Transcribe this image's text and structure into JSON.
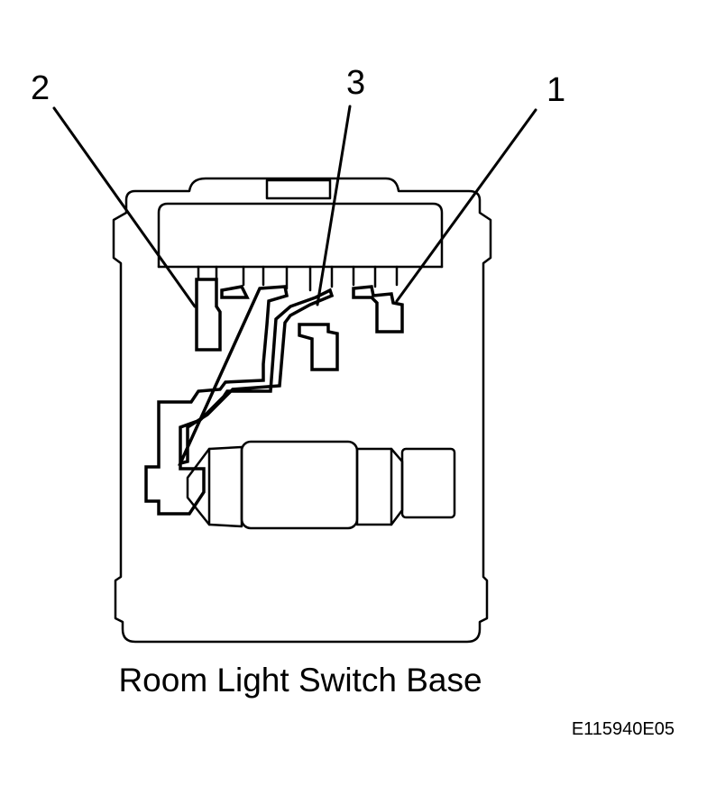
{
  "diagram": {
    "callouts": [
      {
        "id": "terminal-1",
        "label": "1"
      },
      {
        "id": "terminal-2",
        "label": "2"
      },
      {
        "id": "terminal-3",
        "label": "3"
      }
    ],
    "caption": "Room Light Switch Base",
    "figure_code": "E115940E05"
  }
}
